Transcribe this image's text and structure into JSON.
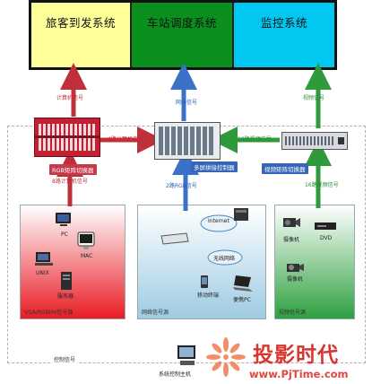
{
  "display_wall": {
    "panels": [
      {
        "label": "旅客到发系统",
        "color": "#ffff99"
      },
      {
        "label": "车站调度系统",
        "color": "#0a8f1f"
      },
      {
        "label": "监控系统",
        "color": "#00c8f0"
      }
    ]
  },
  "devices": {
    "rgb_matrix": "RGB矩阵切换器",
    "splice_controller": "多屏拼接控制器",
    "video_matrix": "视频矩阵切换器"
  },
  "signals": {
    "top_left": "计算机信号",
    "top_middle": "网络信号",
    "top_right": "视频信号",
    "rgb_to_controller": "4路计算机信号",
    "video_to_controller": "16路视频信号",
    "source_to_rgb": "8路计算机信号",
    "network_in": "2路RGB信号",
    "video_in": "16路视频信号",
    "control": "控制信号"
  },
  "regions": {
    "vga": {
      "label": "VGA/RGBHV信号源",
      "color": "#e81c24"
    },
    "network": {
      "label": "网络信号源",
      "color": "#9ecbe3"
    },
    "video": {
      "label": "视频信号源",
      "color": "#2ea040"
    }
  },
  "vga_items": {
    "pc": "PC",
    "mac": "MAC",
    "unix": "UNIX",
    "server": "服务器"
  },
  "network_items": {
    "internet": "Internet",
    "wireless": "无线网络",
    "mobile_terminal": "移动终端",
    "portable_pc": "便携PC"
  },
  "video_items": {
    "camera1": "摄像机",
    "dvd": "DVD",
    "camera2": "摄像机"
  },
  "control_host": "系统控制主机",
  "watermark": {
    "title": "投影时代",
    "url": "www.PjTime.com"
  },
  "colors": {
    "red_signal": "#c0303a",
    "blue_signal": "#3a72c8",
    "green_signal": "#2f9a3c"
  }
}
